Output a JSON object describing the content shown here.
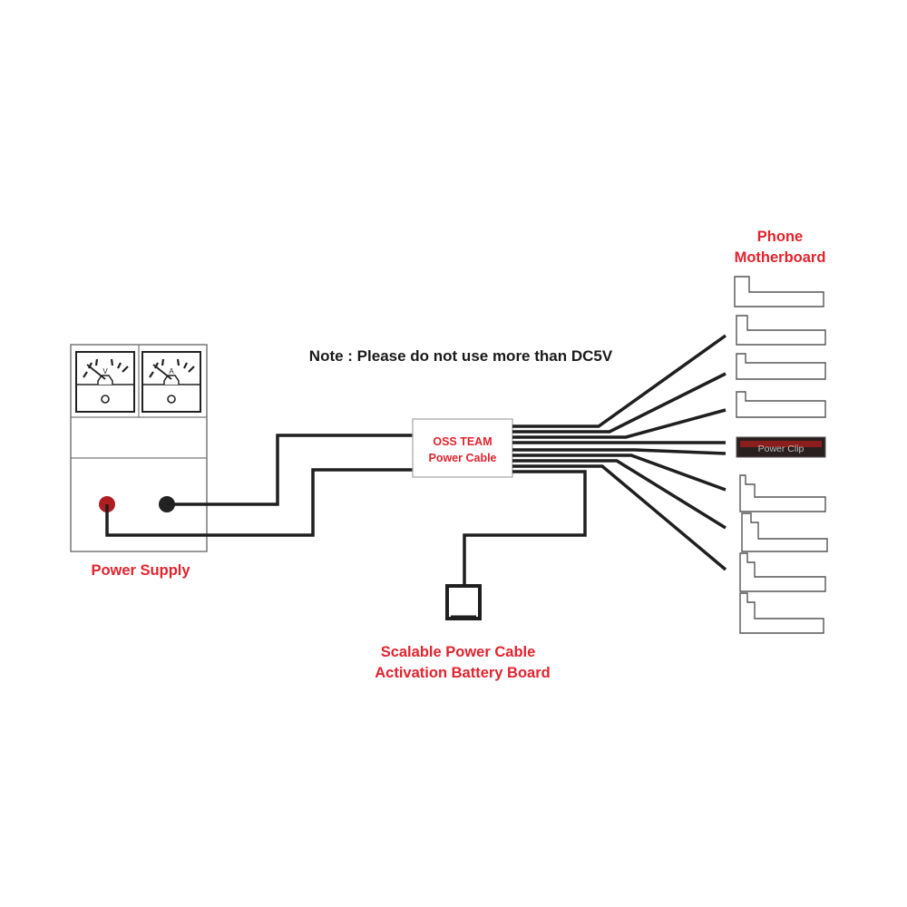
{
  "note": "Note : Please do not use more than DC5V",
  "power_supply": {
    "label": "Power Supply",
    "meter_left": "V",
    "meter_right": "A"
  },
  "cable_box": {
    "line1": "OSS TEAM",
    "line2": "Power Cable"
  },
  "phone": {
    "line1": "Phone",
    "line2": "Motherboard",
    "clip_label": "Power Clip"
  },
  "battery_board": {
    "line1": "Scalable Power Cable",
    "line2": "Activation Battery Board"
  },
  "colors": {
    "label_red": "#e2232e",
    "wire": "#1f1f1f",
    "terminal_red": "#b01e22",
    "terminal_black": "#222222",
    "clip_bg": "#2a1f1f",
    "clip_red": "#8c1d1d"
  }
}
